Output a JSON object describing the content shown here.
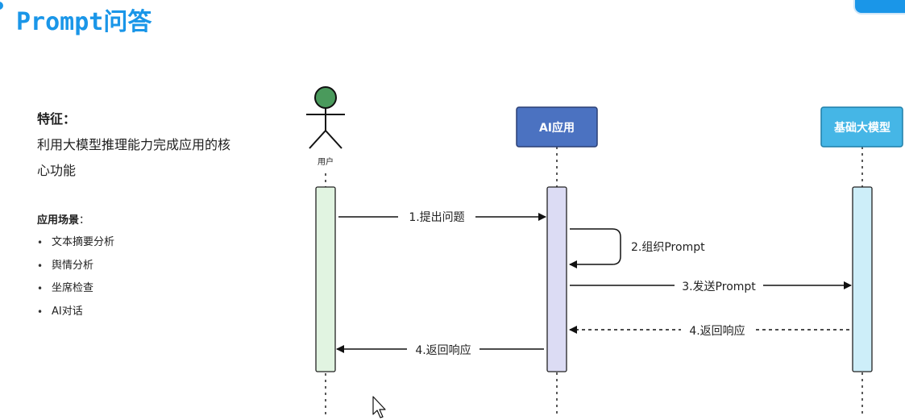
{
  "page": {
    "title": "Prompt问答"
  },
  "left_panel": {
    "feature_heading": "特征：",
    "feature_desc": "利用大模型推理能力完成应用的核心功能",
    "scene_heading": "应用场景",
    "scene_colon": "：",
    "scenes": [
      "文本摘要分析",
      "舆情分析",
      "坐席检查",
      "AI对话"
    ]
  },
  "diagram": {
    "actor_label": "用户",
    "participants": [
      {
        "label": "AI应用",
        "fill": "#4b72c1",
        "stroke": "#2b3f74"
      },
      {
        "label": "基础大模型",
        "fill": "#45b6e6",
        "stroke": "#1f7fa8"
      }
    ],
    "messages": [
      {
        "label": "1.提出问题",
        "style": "solid"
      },
      {
        "label": "2.组织Prompt",
        "style": "self"
      },
      {
        "label": "3.发送Prompt",
        "style": "solid"
      },
      {
        "label": "4.返回响应",
        "style": "dashed"
      },
      {
        "label": "4.返回响应",
        "style": "solid"
      }
    ],
    "colors": {
      "actor_head": "#4a9a5c",
      "user_activation": "#e1f4e1",
      "app_activation": "#dcdcf4",
      "model_activation": "#cdeef9"
    }
  }
}
